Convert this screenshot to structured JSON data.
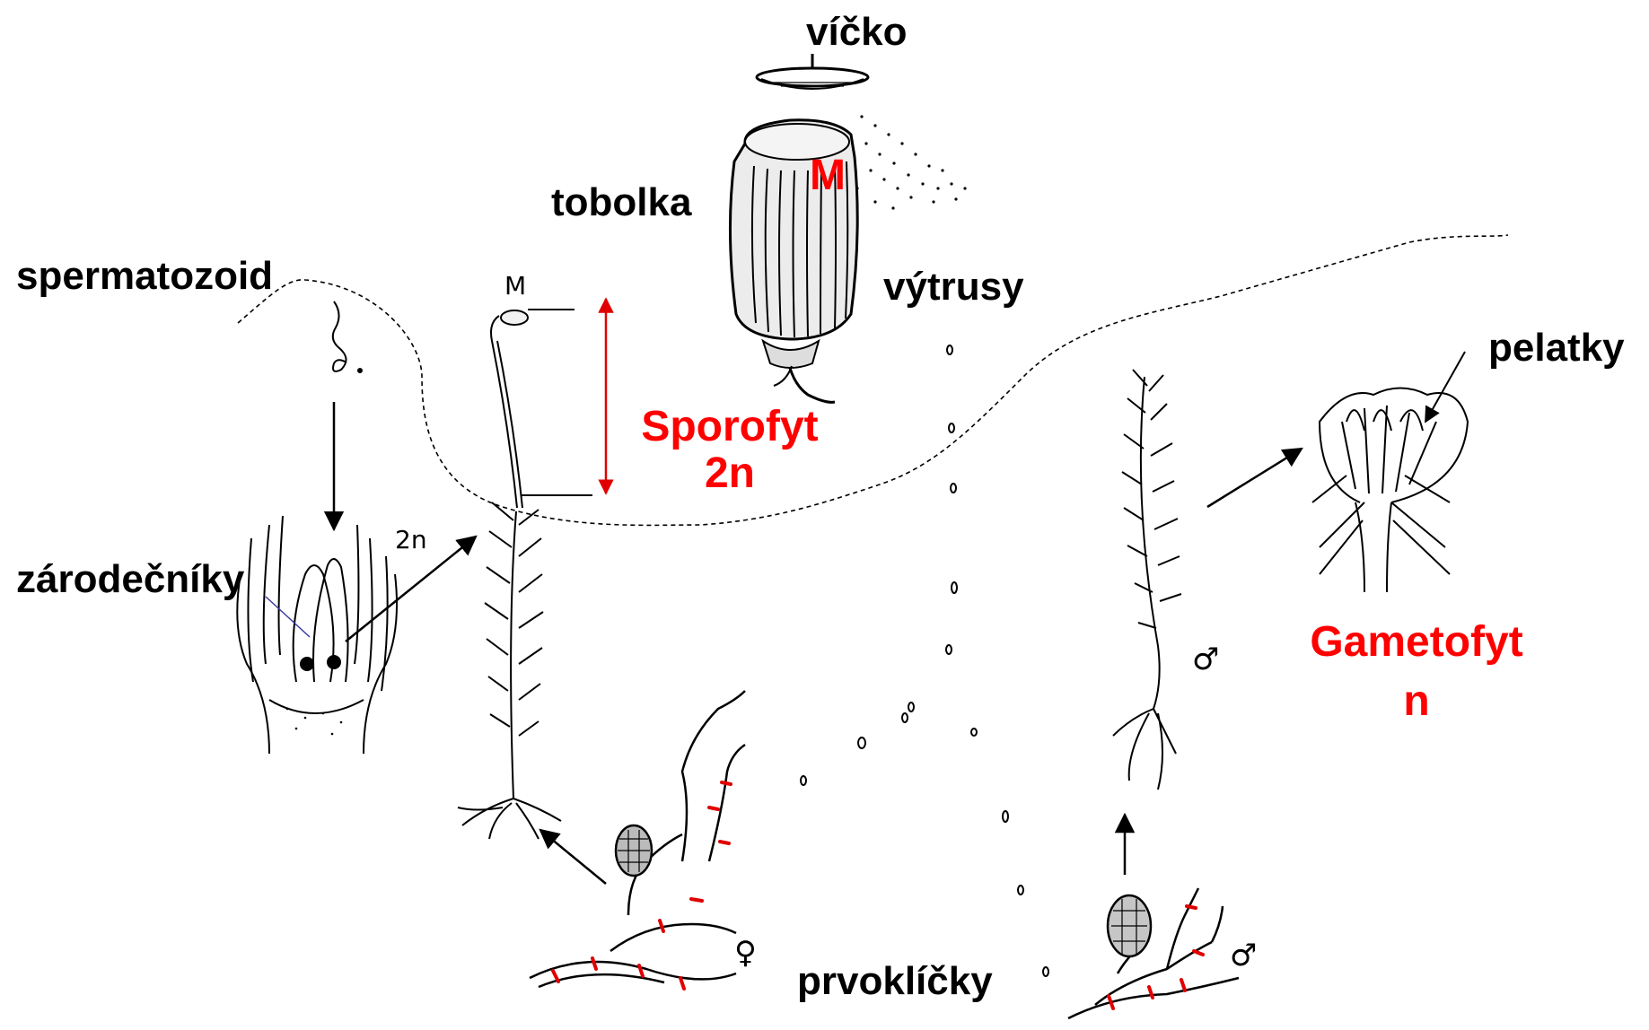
{
  "colors": {
    "ink": "#000000",
    "highlight": "#ff0000",
    "background": "#ffffff"
  },
  "labels": {
    "vicko": "víčko",
    "tobolka": "tobolka",
    "vytrusy": "výtrusy",
    "spermatozoid": "spermatozoid",
    "pelatky": "pelatky",
    "zarodecniky": "zárodečníky",
    "prvoklicky": "prvoklíčky"
  },
  "annotations": {
    "sporofyt": "Sporofyt",
    "sporofyt_ploidy": "2n",
    "gametofyt": "Gametofyt",
    "gametofyt_ploidy": "n",
    "capsule_mark": "M",
    "small_capsule_mark": "M",
    "zygote_ploidy": "2n"
  },
  "symbols": {
    "female": "♀",
    "male": "♂"
  },
  "icons": [
    "moss-capsule-icon",
    "capsule-lid-icon",
    "spore-icon",
    "archegonia-icon",
    "moss-shoot-icon",
    "protonema-icon",
    "antheridia-icon"
  ]
}
